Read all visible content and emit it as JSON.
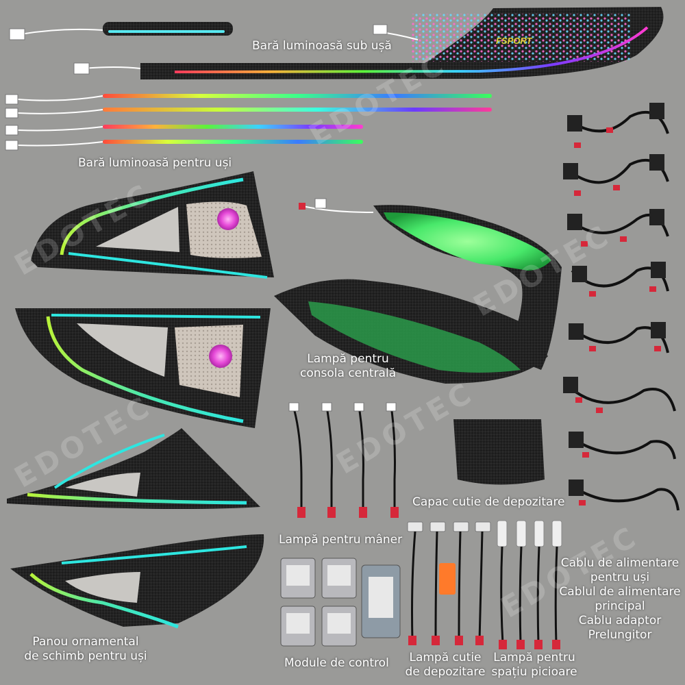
{
  "watermark": "EDOTEC",
  "brand_badge": "FSPORT",
  "labels": {
    "under_door_bar": "Bară luminoasă sub ușă",
    "door_light_bar": "Bară luminoasă pentru uși",
    "center_console_1": "Lampă pentru",
    "center_console_2": "consola centrală",
    "handle_lamp": "Lampă pentru mâner",
    "storage_cover": "Capac cutie de depozitare",
    "power_cable_doors_1": "Cablu de alimentare",
    "power_cable_doors_2": "pentru uși",
    "main_power_1": "Cablul de alimentare",
    "main_power_2": "principal",
    "adapter_cable": "Cablu adaptor",
    "extension": "Prelungitor",
    "trim_panel_1": "Panou ornamental",
    "trim_panel_2": "de schimb pentru uși",
    "control_modules": "Module de control",
    "storage_lamp_1": "Lampă cutie",
    "storage_lamp_2": "de depozitare",
    "footwell_lamp_1": "Lampă pentru",
    "footwell_lamp_2": "spațiu picioare"
  },
  "colors": {
    "background": "#9a9a98",
    "carbon": "#1c1c1c",
    "cyan": "#2ee6e0",
    "lime": "#b8f23a",
    "green_glow": "#48e86a",
    "speaker_pink": "#e64ad8",
    "connector_red": "#d6283a"
  }
}
